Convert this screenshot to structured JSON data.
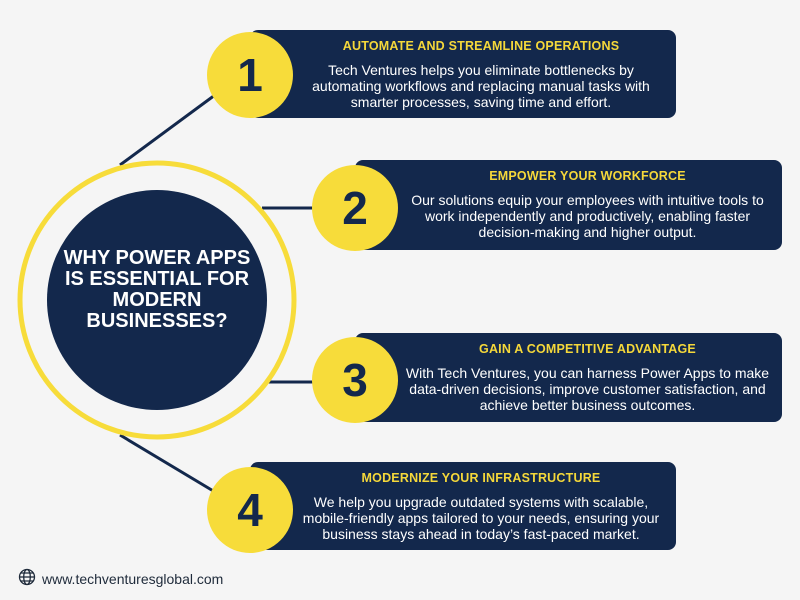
{
  "center": {
    "title": "WHY POWER APPS IS ESSENTIAL FOR MODERN BUSINESSES?"
  },
  "items": [
    {
      "number": "1",
      "title": "AUTOMATE AND STREAMLINE OPERATIONS",
      "description": "Tech Ventures helps you eliminate bottlenecks by automating workflows and replacing manual tasks with smarter processes, saving time and effort."
    },
    {
      "number": "2",
      "title": "EMPOWER YOUR WORKFORCE",
      "description": "Our solutions equip your employees with intuitive tools to work independently and productively, enabling faster decision-making and higher output."
    },
    {
      "number": "3",
      "title": "GAIN A COMPETITIVE ADVANTAGE",
      "description": "With Tech Ventures, you can harness Power Apps to make data-driven decisions, improve customer satisfaction, and achieve better business outcomes."
    },
    {
      "number": "4",
      "title": "MODERNIZE YOUR INFRASTRUCTURE",
      "description": "We help you upgrade outdated systems with scalable, mobile-friendly apps tailored to your needs, ensuring your business stays ahead in today’s fast-paced market."
    }
  ],
  "footer": {
    "icon": "globe-icon",
    "url": "www.techventuresglobal.com"
  },
  "colors": {
    "navy": "#13284c",
    "yellow": "#f7dc3a",
    "background": "#f5f5f5"
  }
}
